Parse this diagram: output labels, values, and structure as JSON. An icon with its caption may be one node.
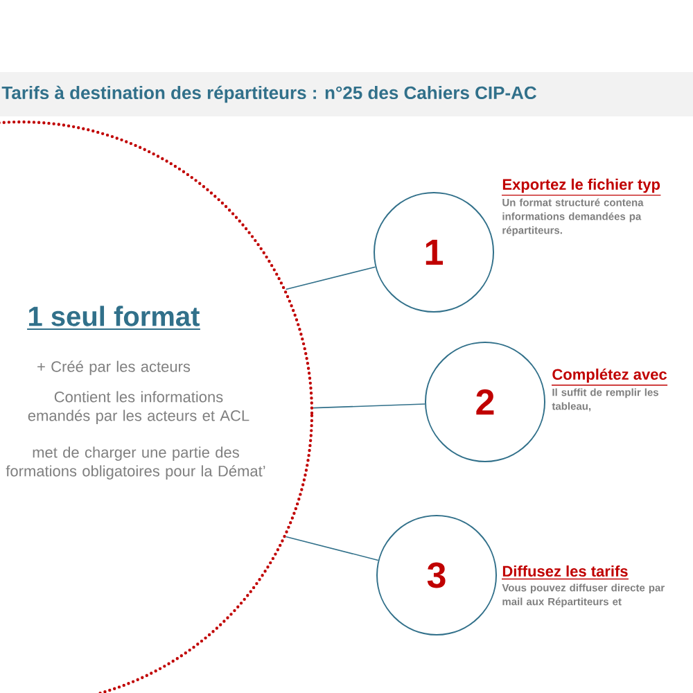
{
  "diagram": {
    "title": "Tarifs à destination des répartiteurs : n°25 des Cahiers CIP-AC",
    "nodes": [
      {
        "text": [
          "1 seul format",
          "+ Créé par les acteurs",
          "Contient les informations emandés par les acteurs et ACL",
          "met de charger une partie des formations obligatoires pour la Démat’"
        ]
      },
      {
        "text": [
          "1"
        ],
        "beside": [
          "Exportez le fichier typ",
          "Un format structuré contena informations demandées pa répartiteurs."
        ]
      },
      {
        "text": [
          "2"
        ],
        "beside": [
          "Complétez avec",
          "Il suffit de remplir les tableau,"
        ]
      },
      {
        "text": [
          "3"
        ],
        "beside": [
          "Diffusez les tarifs",
          "Vous pouvez diffuser directe par mail aux Répartiteurs et"
        ]
      }
    ],
    "edges": [
      {
        "from": 0,
        "to": 1,
        "arrow": "none"
      },
      {
        "from": 0,
        "to": 2,
        "arrow": "none"
      },
      {
        "from": 0,
        "to": 3,
        "arrow": "none"
      }
    ]
  }
}
